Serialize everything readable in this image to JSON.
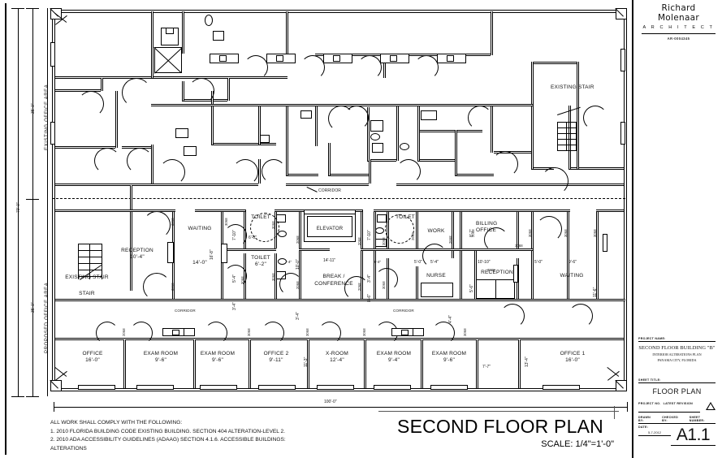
{
  "sheet": {
    "drawing_title": "SECOND FLOOR PLAN",
    "scale": "SCALE: 1/4\"=1'-0\"",
    "sheet_number": "A1.1",
    "date": "5-7-2012"
  },
  "titleblock": {
    "architect_name": "Richard Molenaar",
    "architect_role": "A R C H I T E C T",
    "license": "AR-0004345",
    "project_caption": "PROJECT NAME:",
    "project_name_line1": "SECOND FLOOR BUILDING \"B\"",
    "project_name_line2": "INTERIOR ALTERATIONS PLAN",
    "project_name_line3": "PANAMA CITY, FLORIDA",
    "sheet_caption": "SHEET TITLE:",
    "sheet_title": "FLOOR PLAN",
    "projno_caption": "PROJECT NO.",
    "latest_caption": "LATEST REVISION",
    "drawn_caption": "DRAWN BY:",
    "checked_caption": "CHECKED BY:",
    "sheetno_caption": "SHEET NUMBER:",
    "date_caption": "DATE:"
  },
  "notes": {
    "heading": "ALL WORK SHALL COMPLY WITH THE FOLLOWING:",
    "items": [
      "1.  2010 FLORIDA BUILDING CODE EXISTING BUILDING. SECTION 404 ALTERATION-LEVEL 2.",
      "2.  2010 ADA ACCESSIBILITY GUIDELINES (ADAAG) SECTION 4.1.6. ACCESSIBLE BUILDINGS:",
      "     ALTERATIONS"
    ]
  },
  "dimensions": {
    "overall_vertical": "70'-0\"",
    "existing_area_vertical": "35'-0\"",
    "proposed_area_vertical": "35'-0\"",
    "overall_horizontal": "100'-0\""
  },
  "zones": {
    "existing": "EXISTING OFFICE AREA",
    "proposed": "PROPOSED OFFICE AREA"
  },
  "corridors": [
    {
      "label": "CORRIDOR"
    },
    {
      "label": "CORRIDOR"
    },
    {
      "label": "CORRIDOR"
    }
  ],
  "rooms": [
    {
      "name": "EXISTING STAIR",
      "dim": "",
      "id": "existing-stair-right"
    },
    {
      "name": "EXISTING STAIR",
      "dim": "",
      "id": "existing-stair-left"
    },
    {
      "name": "RECEPTION",
      "dim": "10'-4\"",
      "id": "reception-left"
    },
    {
      "name": "WAITING",
      "dim": "14'-0\"",
      "id": "waiting-left"
    },
    {
      "name": "TOILET",
      "dim": "6'-0\"",
      "id": "toilet-a"
    },
    {
      "name": "TOILET",
      "dim": "6'-2\"",
      "id": "toilet-b"
    },
    {
      "name": "ELEVATOR",
      "dim": "",
      "id": "elevator"
    },
    {
      "name": "BREAK /",
      "dim": "CONFERENCE",
      "id": "break-conference"
    },
    {
      "name": "TOILET",
      "dim": "5'-0\"",
      "id": "toilet-c"
    },
    {
      "name": "WORK",
      "dim": "5'-4\"",
      "id": "work"
    },
    {
      "name": "NURSE",
      "dim": "",
      "id": "nurse"
    },
    {
      "name": "BILLING",
      "dim": "OFFICE",
      "id": "billing-office"
    },
    {
      "name": "RECEPTION",
      "dim": "10'-10\"",
      "id": "reception-right"
    },
    {
      "name": "WAITING",
      "dim": "",
      "id": "waiting-right"
    },
    {
      "name": "OFFICE",
      "dim": "16'-0\"",
      "id": "office-bl"
    },
    {
      "name": "EXAM ROOM",
      "dim": "9'-6\"",
      "id": "exam-1"
    },
    {
      "name": "EXAM ROOM",
      "dim": "9'-6\"",
      "id": "exam-2"
    },
    {
      "name": "OFFICE 2",
      "dim": "9'-11\"",
      "id": "office-2"
    },
    {
      "name": "X-ROOM",
      "dim": "12'-4\"",
      "id": "x-room"
    },
    {
      "name": "EXAM ROOM",
      "dim": "9'-4\"",
      "id": "exam-3"
    },
    {
      "name": "EXAM ROOM",
      "dim": "9'-6\"",
      "id": "exam-4"
    },
    {
      "name": "OFFICE 1",
      "dim": "16'-0\"",
      "id": "office-1"
    }
  ],
  "inline_dims": {
    "break_width": "14'-11\"",
    "break_height": "10'-0\"",
    "waiting_height": "16'-8\"",
    "toilet_a_v": "7'-10\"",
    "toilet_c_v": "7'-10\"",
    "corr_v_5_4": "5'-4\"",
    "corr_v_3_4a": "3'-4\"",
    "corr_v_3_4b": "3'-4\"",
    "corr_v_3_4c": "3'-4\"",
    "corr_v_2_4a": "2'-4\"",
    "corr_v_2_4b": "2'-4\"",
    "billing_v": "8'-7\"",
    "break_v_8_6": "8'-6\"",
    "recep_v_5_6": "5'-6\"",
    "x_room_v": "11'-3\"",
    "office1_v": "13'-4\"",
    "waiting_r_v": "11'-6\"",
    "work_v": "4'-4\"",
    "hall_7_7": "7'-7\"",
    "d_5_0": "5'-0\"",
    "d_9_6": "9'-6\""
  },
  "door_tags": [
    "3068",
    "3068",
    "3068",
    "3068",
    "3068",
    "3068",
    "2068",
    "2068",
    "2068",
    "2068",
    "3068",
    "3068",
    "2668",
    "2668",
    "2068",
    "3068",
    "3068",
    "3068",
    "3068",
    "3068",
    "2068",
    "2068",
    "3068",
    "3068",
    "3068",
    "3068"
  ],
  "colors": {
    "line": "#000000",
    "paper": "#ffffff"
  }
}
